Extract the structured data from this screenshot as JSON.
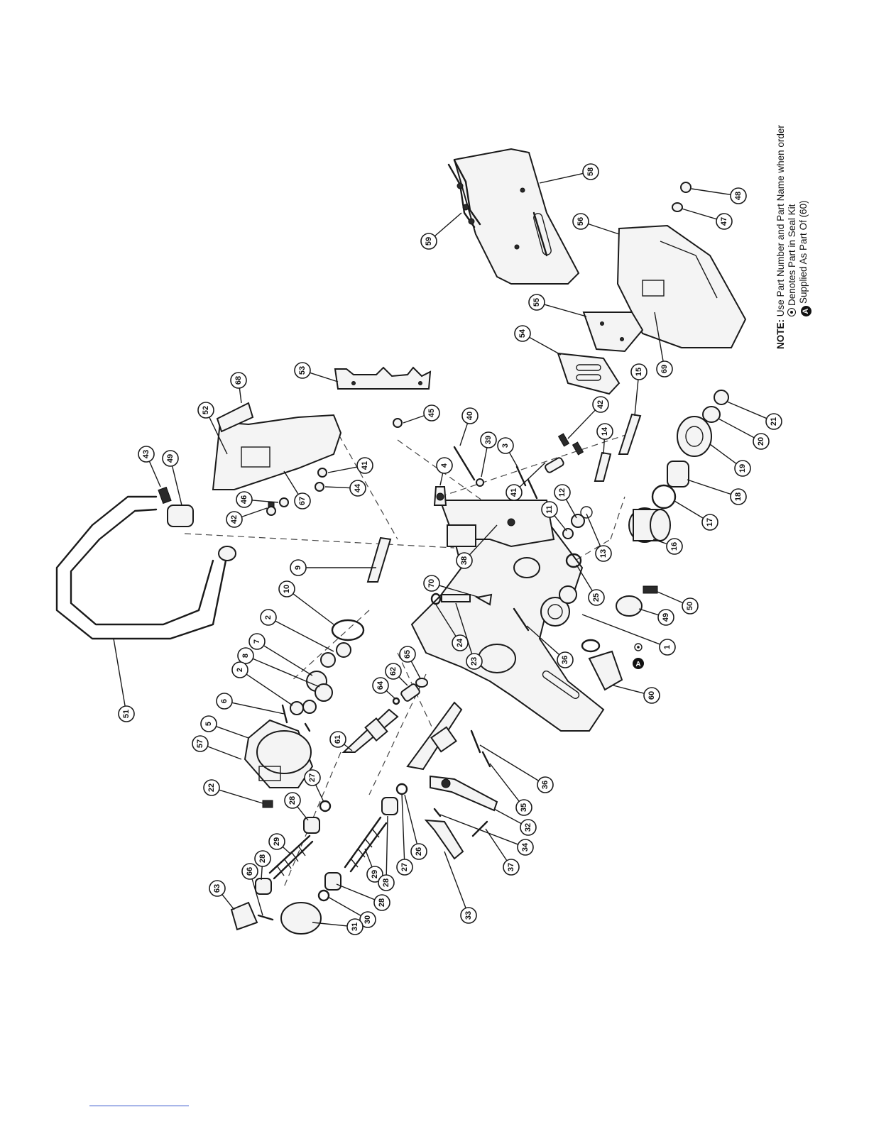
{
  "callout_numbers": {
    "p58": "58",
    "p59": "59",
    "p56": "56",
    "p48": "48",
    "p47": "47",
    "p55": "55",
    "p54": "54",
    "p69": "69",
    "p53": "53",
    "p68": "68",
    "p52": "52",
    "p67": "67",
    "p45": "45",
    "p41a": "41",
    "p44": "44",
    "p46": "46",
    "p42a": "42",
    "p43": "43",
    "p49a": "49",
    "p51": "51",
    "p40": "40",
    "p39": "39",
    "p3": "3",
    "p4": "4",
    "p41b": "41",
    "p42b": "42",
    "p15": "15",
    "p14": "14",
    "p12": "12",
    "p11": "11",
    "p13": "13",
    "p38": "38",
    "p9": "9",
    "p10": "10",
    "p70": "70",
    "p24": "24",
    "p23": "23",
    "p25": "25",
    "p16": "16",
    "p17": "17",
    "p18": "18",
    "p19": "19",
    "p20": "20",
    "p21": "21",
    "p49b": "49",
    "p50": "50",
    "p1": "1",
    "p36a": "36",
    "pA": "A",
    "p60": "60",
    "p2a": "2",
    "p7": "7",
    "p8": "8",
    "p2b": "2",
    "p6": "6",
    "p5": "5",
    "p57": "57",
    "p22": "22",
    "p27a": "27",
    "p61": "61",
    "p64": "64",
    "p62": "62",
    "p65": "65",
    "p36b": "36",
    "p35": "35",
    "p32": "32",
    "p34": "34",
    "p37": "37",
    "p33": "33",
    "p26": "26",
    "p27b": "27",
    "p28a": "28",
    "p29a": "29",
    "p28b": "28",
    "p29b": "29",
    "p28c": "28",
    "p28d": "28",
    "p30": "30",
    "p31": "31",
    "p66": "66",
    "p63": "63"
  },
  "note": {
    "label": "NOTE:",
    "line1": "Use Part Number and Part Name when order",
    "line2": "Denotes Part in Seal Kit",
    "line3": "Supplied As Part Of (60)",
    "symbol_seal_kit": "circle-dot-icon",
    "symbol_supplied": "A"
  }
}
